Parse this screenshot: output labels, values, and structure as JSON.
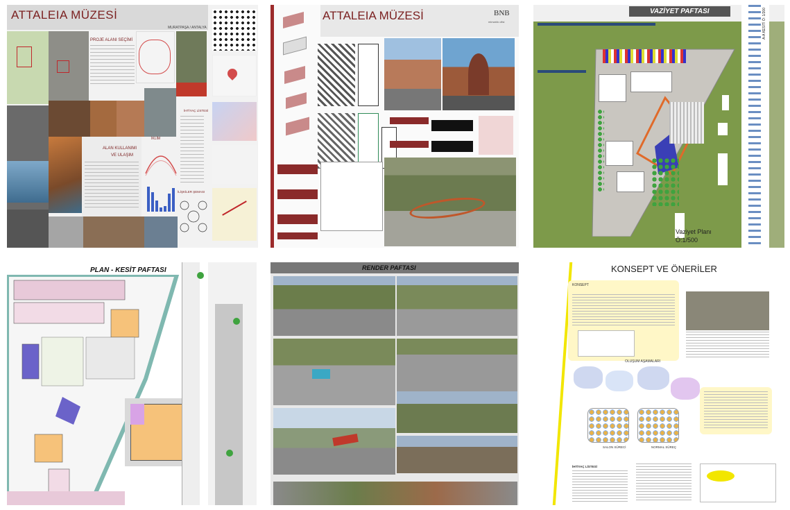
{
  "sheets": {
    "attaleia": {
      "title": "ATTALEIA MÜZESİ",
      "location": "MURATPAŞA / ANTALYA",
      "project_area": "PROJE ALANI SEÇİMİ",
      "land_use_1": "ALAN KULLANIMI",
      "land_use_2": "VE ULAŞIM",
      "climate": "İKLİM",
      "needs": "İHTİYAÇ LİSTESİ",
      "relations": "İLİŞKİLER ŞEMASI"
    },
    "attaleia2": {
      "title": "ATTALEIA MÜZESİ",
      "logo": "BNB",
      "logo_sub": "mimarlık ofisi"
    },
    "vaziyet": {
      "title": "VAZİYET PAFTASI",
      "label_1": "Vaziyet Planı",
      "label_2": "Ö:1/500",
      "kesit": "A-A KESİTİ Ö: 1/200"
    },
    "plan_kesit": {
      "title": "PLAN - KESİT PAFTASI"
    },
    "render": {
      "title": "RENDER PAFTASI"
    },
    "konsept": {
      "title": "KONSEPT VE ÖNERİLER",
      "konsept": "KONSEPT",
      "olusum": "OLUŞUM AŞAMALARI",
      "salon": "SALON SÜRECİ",
      "normal": "NORMAL SÜREÇ",
      "ihtiyac": "İHTİYAÇ LİSTESİ"
    }
  },
  "colors": {
    "maroon": "#7a1f1f",
    "grass": "#9fae7a",
    "field": "#6f8f3e",
    "yellow": "#f2e600"
  }
}
